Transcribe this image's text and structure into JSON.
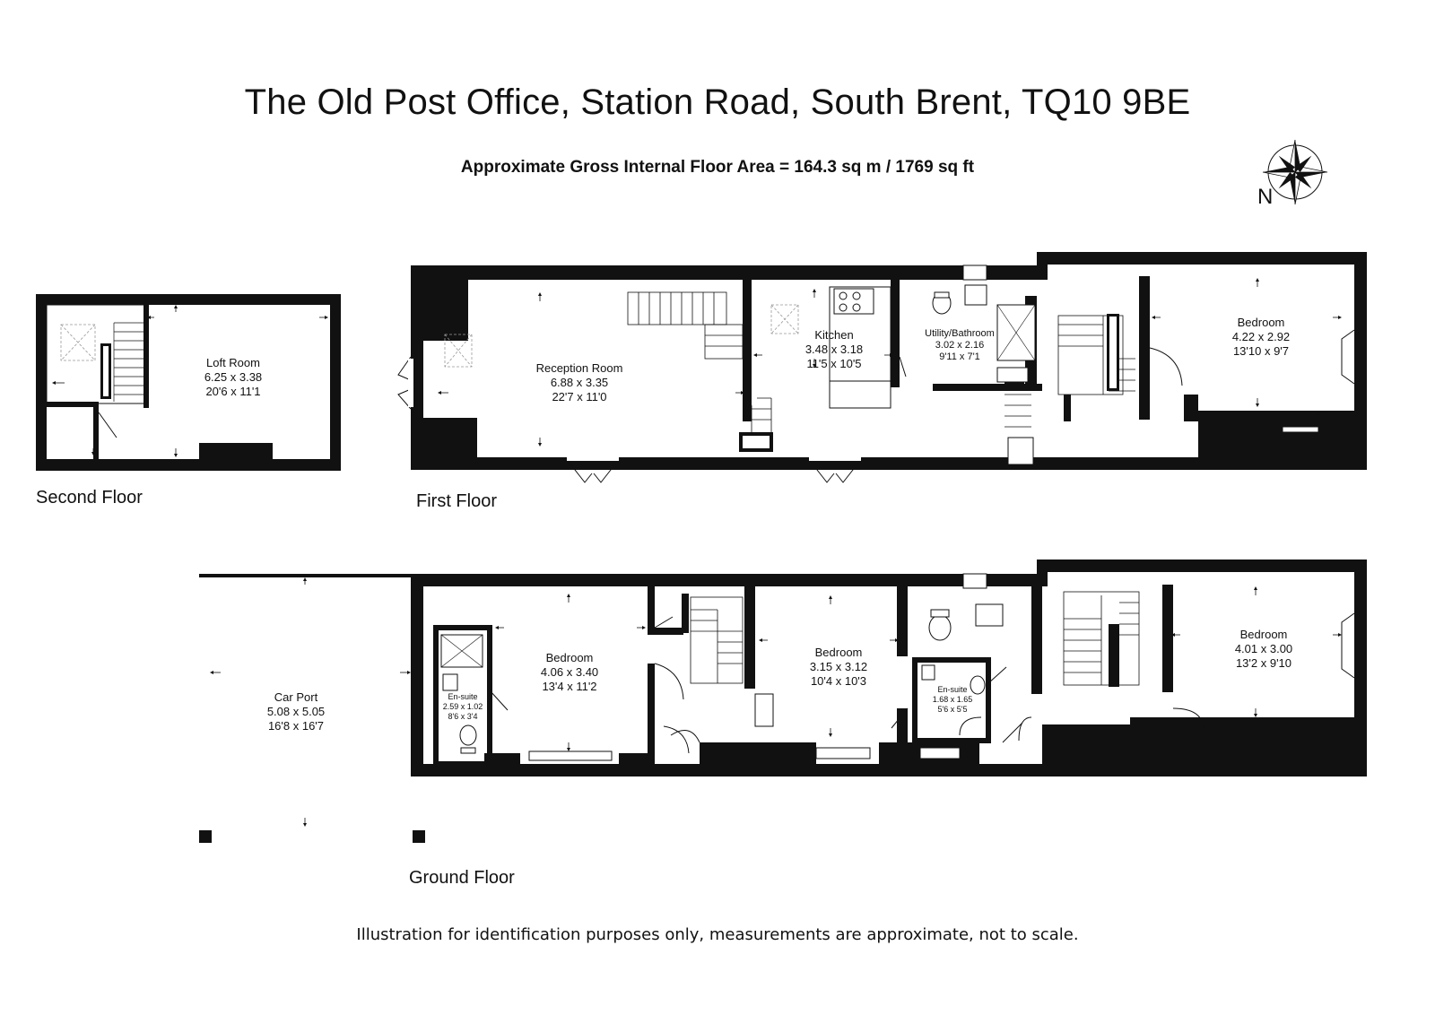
{
  "title": "The Old Post Office, Station Road, South Brent, TQ10 9BE",
  "area": "Approximate Gross Internal Floor Area  = 164.3 sq m / 1769 sq ft",
  "compass": {
    "label": "N",
    "icon": "compass-rose-icon"
  },
  "floors": {
    "second": "Second Floor",
    "first": "First Floor",
    "ground": "Ground Floor"
  },
  "rooms": {
    "loft": {
      "name": "Loft Room",
      "metric": "6.25 x 3.38",
      "imperial": "20'6 x 11'1"
    },
    "reception": {
      "name": "Reception Room",
      "metric": "6.88 x 3.35",
      "imperial": "22'7 x 11'0"
    },
    "kitchen": {
      "name": "Kitchen",
      "metric": "3.48 x 3.18",
      "imperial": "11'5 x 10'5"
    },
    "utility": {
      "name": "Utility/Bathroom",
      "metric": "3.02 x 2.16",
      "imperial": "9'11 x 7'1"
    },
    "bed_first": {
      "name": "Bedroom",
      "metric": "4.22 x 2.92",
      "imperial": "13'10 x 9'7"
    },
    "carport": {
      "name": "Car Port",
      "metric": "5.08 x 5.05",
      "imperial": "16'8 x 16'7"
    },
    "ensuite1": {
      "name": "En-suite",
      "metric": "2.59 x 1.02",
      "imperial": "8'6 x 3'4"
    },
    "bed_g1": {
      "name": "Bedroom",
      "metric": "4.06 x 3.40",
      "imperial": "13'4 x 11'2"
    },
    "bed_g2": {
      "name": "Bedroom",
      "metric": "3.15 x 3.12",
      "imperial": "10'4 x 10'3"
    },
    "ensuite2": {
      "name": "En-suite",
      "metric": "1.68 x 1.65",
      "imperial": "5'6 x 5'5"
    },
    "bed_g3": {
      "name": "Bedroom",
      "metric": "4.01 x 3.00",
      "imperial": "13'2 x 9'10"
    }
  },
  "disclaimer": "Illustration for identification purposes only, measurements are approximate, not to scale."
}
